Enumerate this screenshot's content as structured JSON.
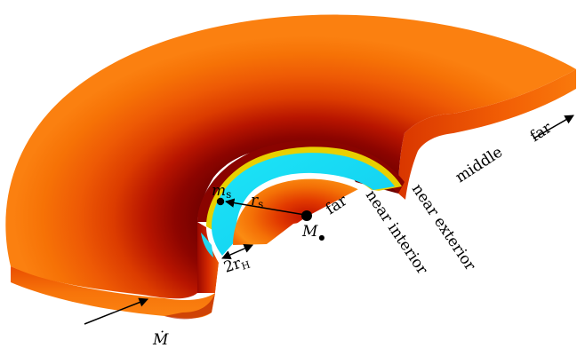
{
  "labels": {
    "secondary_mass": "m",
    "secondary_mass_sub": "s",
    "radius": "r",
    "radius_sub": "s",
    "primary_mass": "M",
    "primary_mass_sub": "●",
    "hill_width": "2r",
    "hill_width_sub": "H",
    "accretion_rate": "Ṁ",
    "far_inner": "far",
    "near_interior": "near interior",
    "near_exterior": "near exterior",
    "middle": "middle",
    "far_outer": "far"
  },
  "colors": {
    "outer_orange": "#f97a08",
    "mid_orange": "#ee5a05",
    "red": "#c01a00",
    "dark_red": "#7a0000",
    "cyan_gap": "#14d8f2",
    "inner_disk_center": "#e63e00"
  },
  "icons": [
    "arrow-icon",
    "dot-icon"
  ]
}
